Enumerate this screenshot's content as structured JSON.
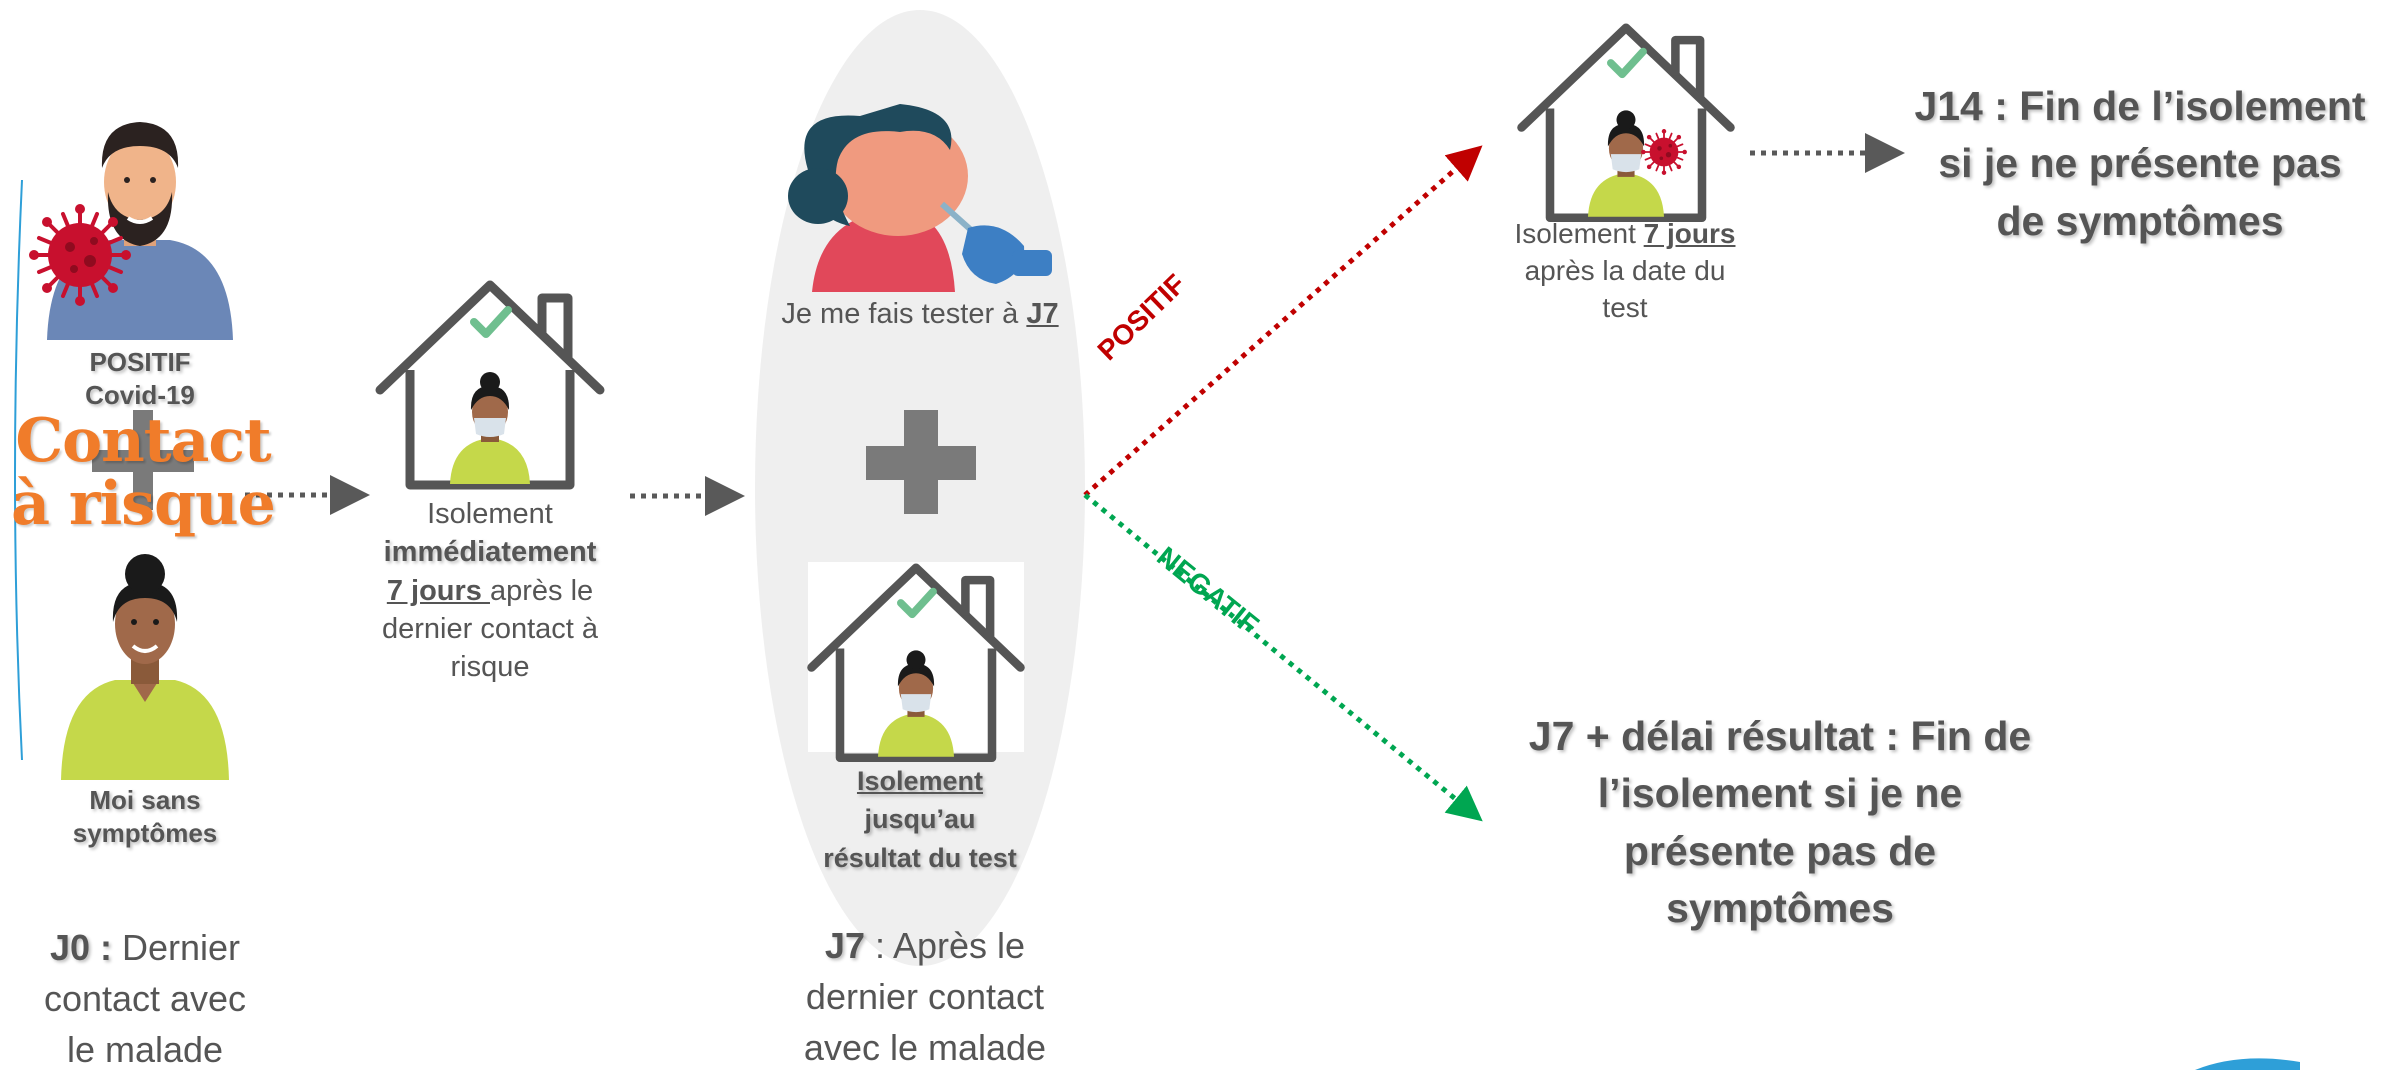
{
  "case_person": {
    "label_line1": "POSITIF",
    "label_line2": "Covid-19"
  },
  "overlay": {
    "line1": "Contact",
    "line2": "à risque"
  },
  "me_person": {
    "label_line1": "Moi sans",
    "label_line2": "symptômes"
  },
  "j0": {
    "key": "J0 :",
    "text_line1": "Dernier",
    "text_line2": "contact avec",
    "text_line3": "le malade"
  },
  "isolation_step": {
    "line1": "Isolement",
    "line2": "immédiatement",
    "line3_underlined": "7 jours ",
    "line3_rest": "après le",
    "line4": "dernier contact à",
    "line5": "risque"
  },
  "test_step": {
    "caption": "Je me fais tester à ",
    "caption_day": "J7",
    "isolation_title": "Isolement",
    "isolation_line2": "jusqu’au",
    "isolation_line3": "résultat du test"
  },
  "j7": {
    "key": "J7",
    "text_line1": " : Après le",
    "text_line2": "dernier contact",
    "text_line3": "avec le malade"
  },
  "branches": {
    "positive_label": "POSITIF",
    "negative_label": "NEGATIF",
    "positive_color": "#c00000",
    "negative_color": "#00a651"
  },
  "positive_outcome": {
    "isolation_line1": "Isolement ",
    "isolation_days": "7 jours",
    "isolation_line2": "après la date du",
    "isolation_line3": "test",
    "end_line1": "J14 : Fin de l’isolement",
    "end_line2": "si je ne présente pas",
    "end_line3": "de symptômes"
  },
  "negative_outcome": {
    "line1": "J7 + délai résultat : Fin de",
    "line2": "l’isolement si je ne",
    "line3": "présente pas de",
    "line4": "symptômes"
  },
  "colors": {
    "text_gray": "#555555",
    "arrow_gray": "#595959",
    "oval_gray": "#efefef",
    "plus_gray": "#7a7a7a",
    "overlay_orange": "#f07c2a",
    "virus_red": "#c8102e",
    "check_green": "#6fbf8f",
    "shirt_green": "#c5d84a"
  }
}
